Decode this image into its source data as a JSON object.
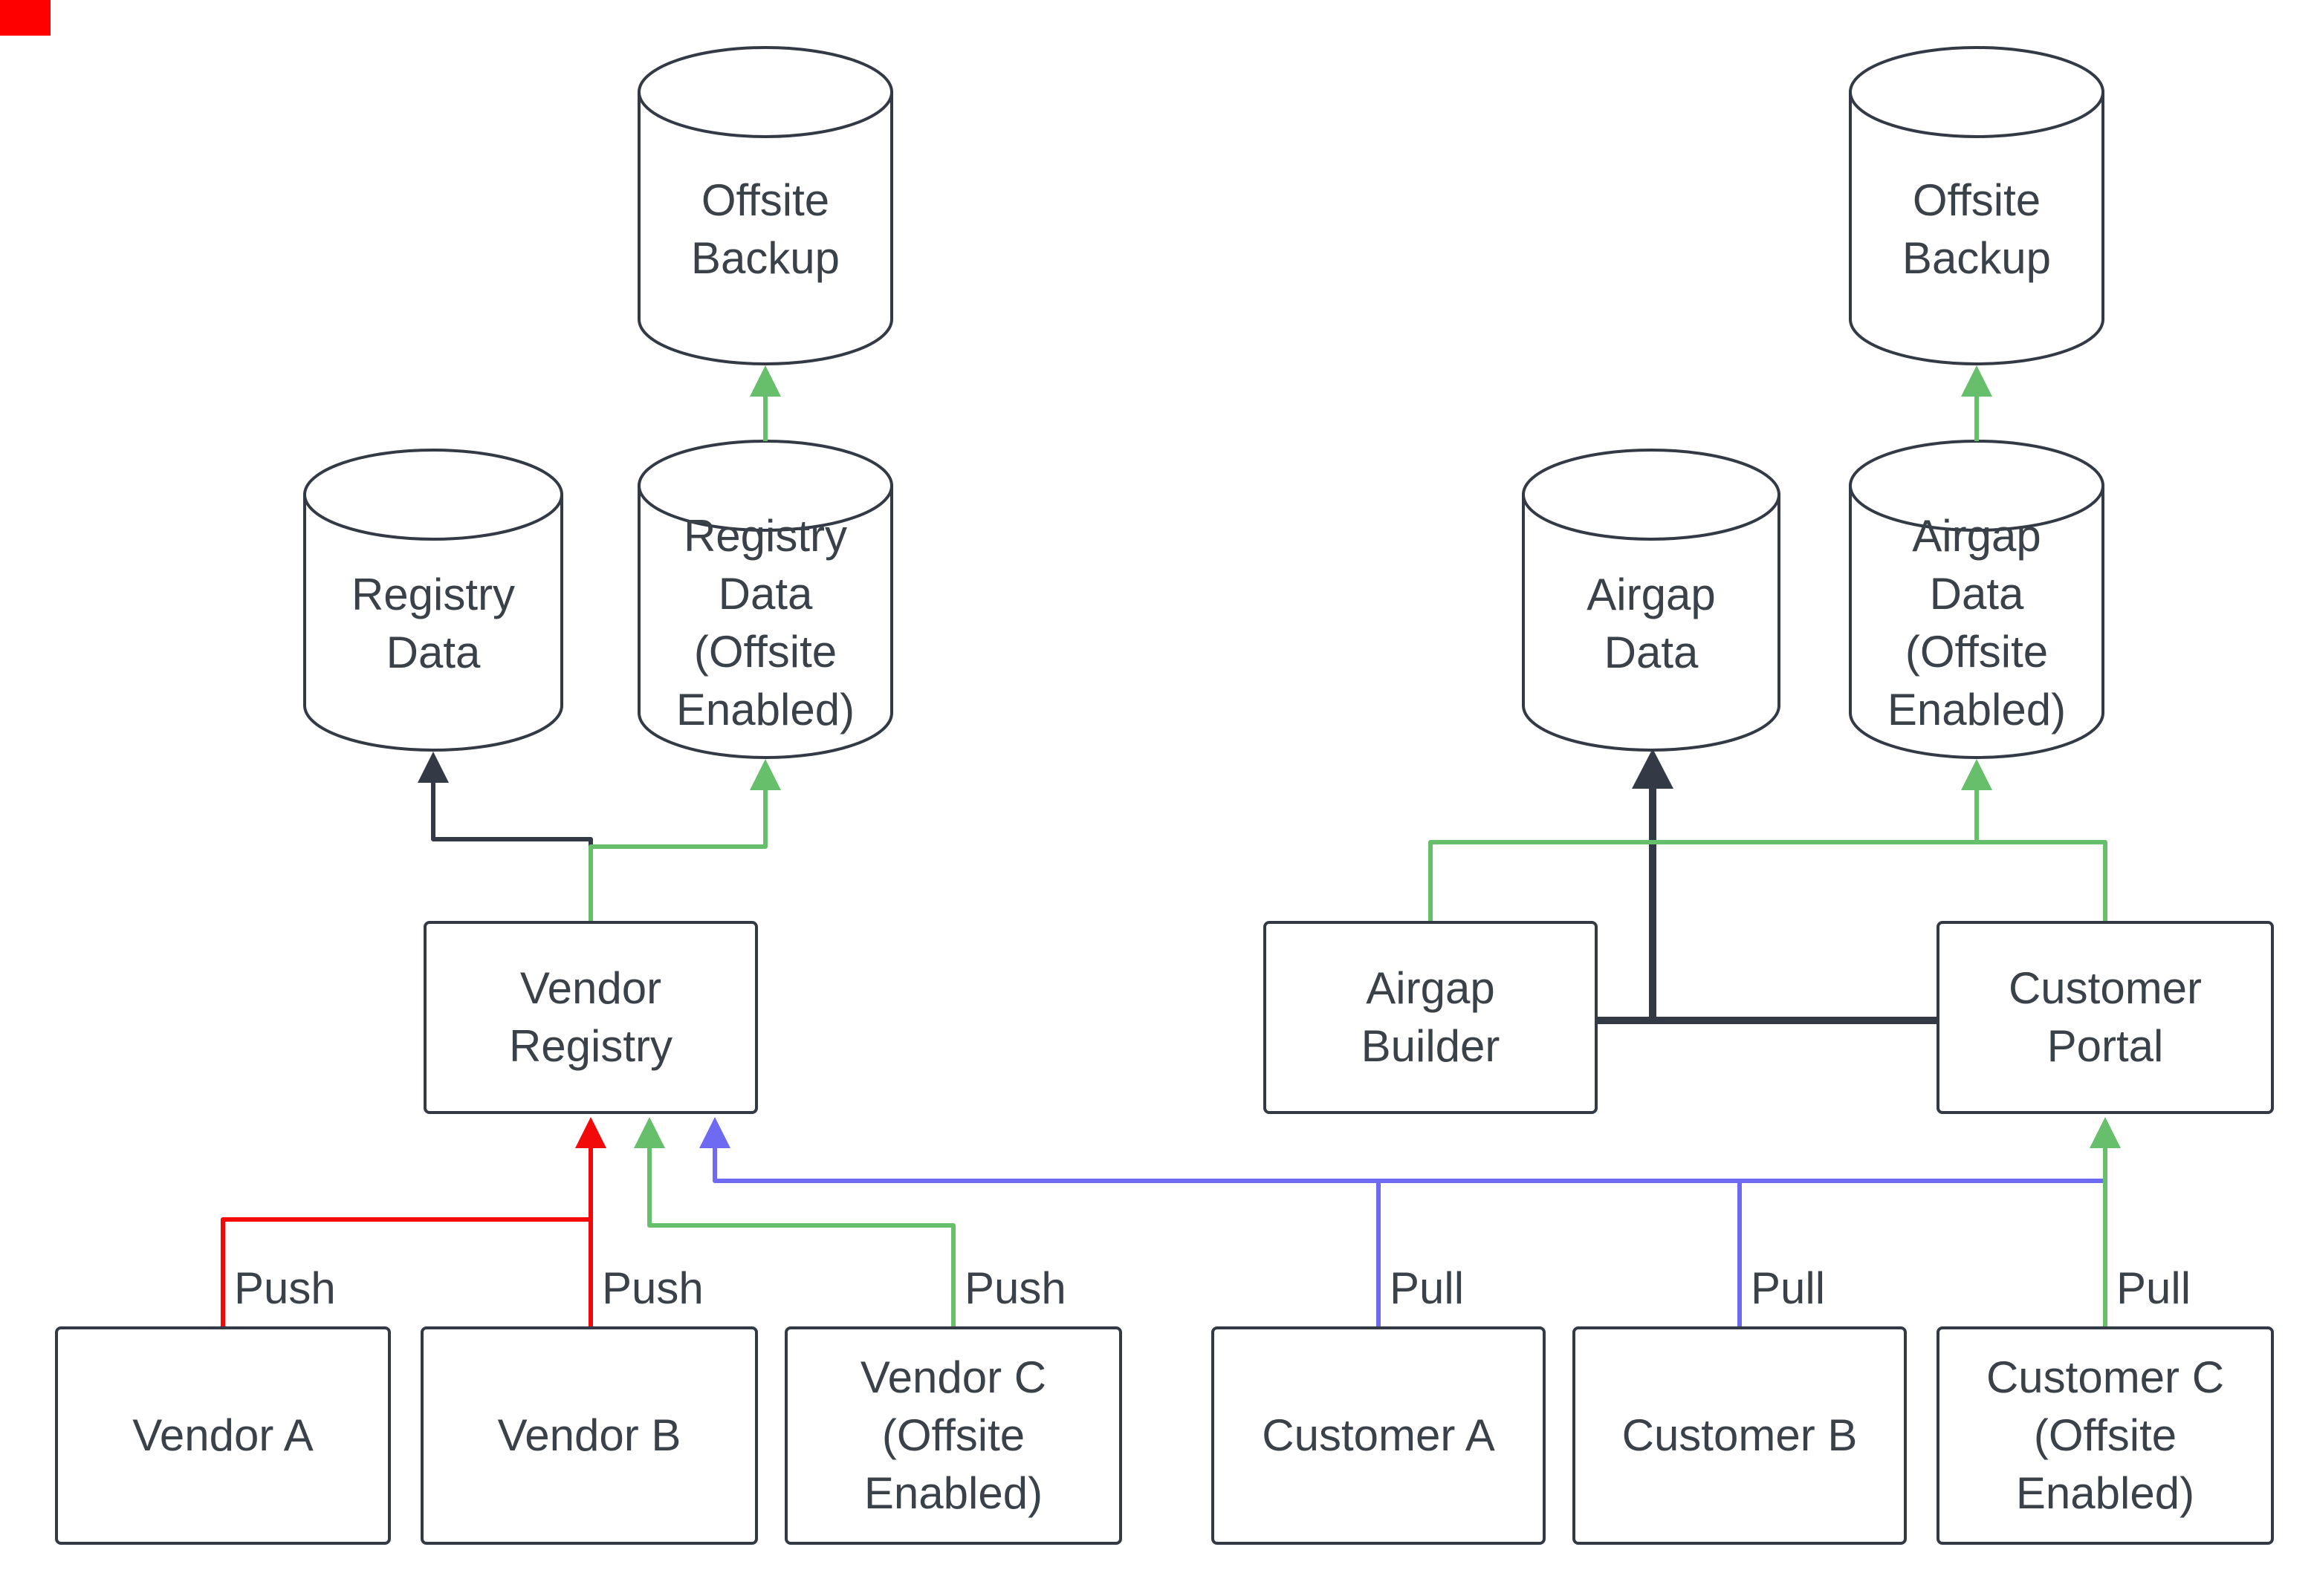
{
  "colors": {
    "ink": "#333a45",
    "text": "#3b4149",
    "red": "#f20a0a",
    "green": "#67bf6b",
    "blue": "#6f6af2",
    "background": "#ffffff",
    "artifact_red": "#ff0000"
  },
  "nodes": {
    "offsite_backup_left": {
      "label": "Offsite\nBackup",
      "shape": "cylinder"
    },
    "registry_data": {
      "label": "Registry\nData",
      "shape": "cylinder"
    },
    "registry_data_offsite": {
      "label": "Registry\nData\n(Offsite\nEnabled)",
      "shape": "cylinder"
    },
    "vendor_registry": {
      "label": "Vendor\nRegistry",
      "shape": "rect"
    },
    "vendor_a": {
      "label": "Vendor A",
      "shape": "rect"
    },
    "vendor_b": {
      "label": "Vendor B",
      "shape": "rect"
    },
    "vendor_c": {
      "label": "Vendor C\n(Offsite\nEnabled)",
      "shape": "rect"
    },
    "offsite_backup_right": {
      "label": "Offsite\nBackup",
      "shape": "cylinder"
    },
    "airgap_data": {
      "label": "Airgap\nData",
      "shape": "cylinder"
    },
    "airgap_data_offsite": {
      "label": "Airgap\nData\n(Offsite\nEnabled)",
      "shape": "cylinder"
    },
    "airgap_builder": {
      "label": "Airgap\nBuilder",
      "shape": "rect"
    },
    "customer_portal": {
      "label": "Customer\nPortal",
      "shape": "rect"
    },
    "customer_a": {
      "label": "Customer A",
      "shape": "rect"
    },
    "customer_b": {
      "label": "Customer B",
      "shape": "rect"
    },
    "customer_c": {
      "label": "Customer C\n(Offsite\nEnabled)",
      "shape": "rect"
    }
  },
  "edges": [
    {
      "from": "Vendor A",
      "to": "Vendor Registry",
      "label": "Push",
      "color": "red"
    },
    {
      "from": "Vendor B",
      "to": "Vendor Registry",
      "label": "Push",
      "color": "red"
    },
    {
      "from": "Vendor C (Offsite Enabled)",
      "to": "Vendor Registry",
      "label": "Push",
      "color": "green"
    },
    {
      "from": "Customer A",
      "to": "Vendor Registry",
      "label": "Pull",
      "color": "blue"
    },
    {
      "from": "Customer B",
      "to": "Vendor Registry",
      "label": "Pull",
      "color": "blue"
    },
    {
      "from": "Customer C (Offsite Enabled)",
      "to": "Customer Portal",
      "label": "Pull",
      "color": "green"
    },
    {
      "from": "Vendor Registry",
      "to": "Registry Data",
      "label": "",
      "color": "dark"
    },
    {
      "from": "Vendor Registry",
      "to": "Registry Data (Offsite Enabled)",
      "label": "",
      "color": "green"
    },
    {
      "from": "Registry Data (Offsite Enabled)",
      "to": "Offsite Backup",
      "label": "",
      "color": "green"
    },
    {
      "from": "Airgap Builder",
      "to": "Airgap Data",
      "label": "",
      "color": "dark"
    },
    {
      "from": "Customer Portal",
      "to": "Airgap Data",
      "label": "",
      "color": "dark"
    },
    {
      "from": "Airgap Builder",
      "to": "Airgap Data (Offsite Enabled)",
      "label": "",
      "color": "green"
    },
    {
      "from": "Customer Portal",
      "to": "Airgap Data (Offsite Enabled)",
      "label": "",
      "color": "green"
    },
    {
      "from": "Airgap Data (Offsite Enabled)",
      "to": "Offsite Backup",
      "label": "",
      "color": "green"
    }
  ]
}
